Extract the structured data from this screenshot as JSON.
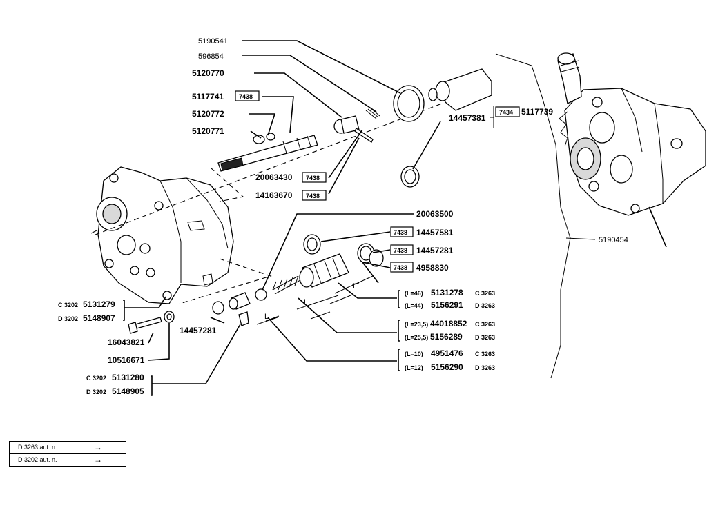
{
  "callouts": {
    "p5190541": "5190541",
    "p596854": "596854",
    "p5120770": "5120770",
    "p5117741": "5117741",
    "p5120772": "5120772",
    "p5120771": "5120771",
    "p20063430": "20063430",
    "p14163670": "14163670",
    "p14457381": "14457381",
    "p5117739": "5117739",
    "p5190454": "5190454",
    "p20063500": "20063500",
    "p14457581": "14457581",
    "p14457281a": "14457281",
    "p4958830": "4958830",
    "p14457281b": "14457281",
    "p16043821": "16043821",
    "p10516671": "10516671"
  },
  "codes": {
    "c7438": "7438",
    "c7434": "7434"
  },
  "variants": {
    "g1": [
      {
        "prefix": "C 3202",
        "number": "5131279"
      },
      {
        "prefix": "D 3202",
        "number": "5148907"
      }
    ],
    "g2": [
      {
        "prefix": "C 3202",
        "number": "5131280"
      },
      {
        "prefix": "D 3202",
        "number": "5148905"
      }
    ],
    "g3": [
      {
        "length": "(L=46)",
        "number": "5131278",
        "suffix": "C 3263"
      },
      {
        "length": "(L=44)",
        "number": "5156291",
        "suffix": "D 3263"
      }
    ],
    "g4": [
      {
        "length": "(L=23,5)",
        "number": "44018852",
        "suffix": "C 3263"
      },
      {
        "length": "(L=25,5)",
        "number": "5156289",
        "suffix": "D 3263"
      }
    ],
    "g5": [
      {
        "length": "(L=10)",
        "number": "4951476",
        "suffix": "C 3263"
      },
      {
        "length": "(L=12)",
        "number": "5156290",
        "suffix": "D 3263"
      }
    ]
  },
  "dimension_label": "L",
  "legend": [
    {
      "label": "D 3263 aut. n.",
      "arrow": "→"
    },
    {
      "label": "D 3202 aut. n.",
      "arrow": "→"
    }
  ]
}
